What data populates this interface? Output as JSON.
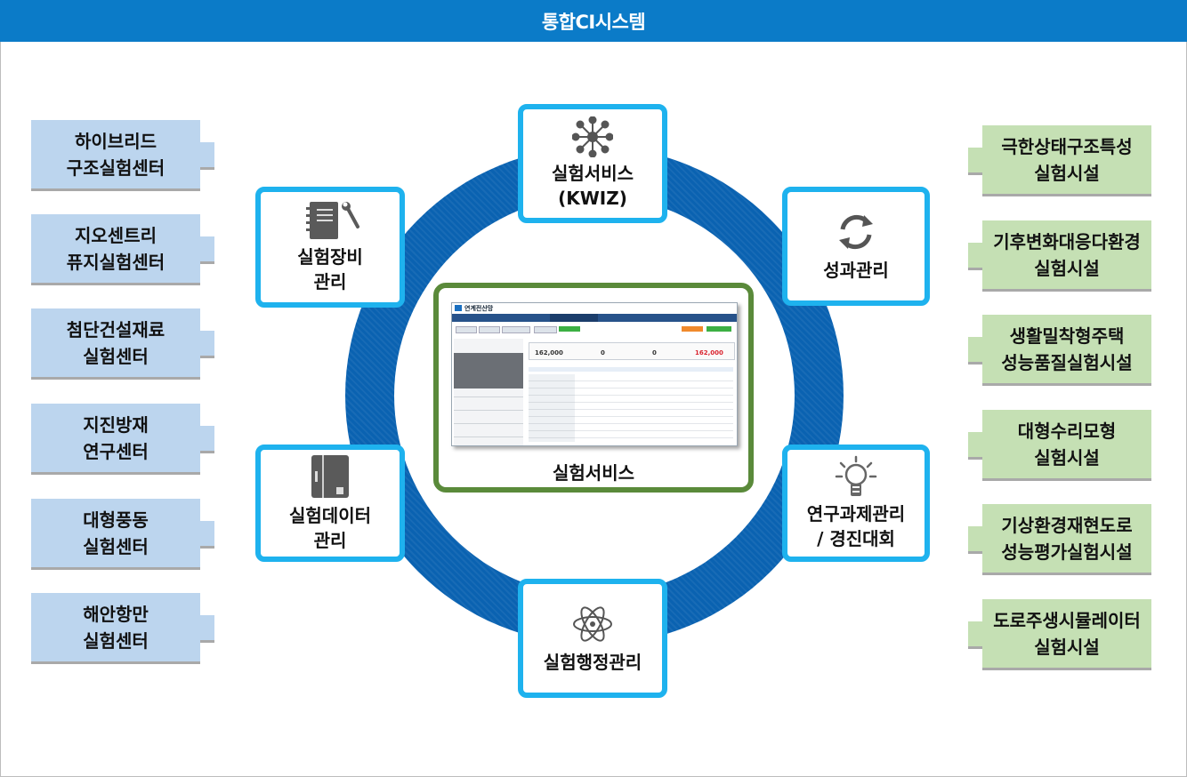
{
  "header": {
    "title": "통합CI시스템"
  },
  "colors": {
    "header": "#0b7bc8",
    "ring": "#0a62b1",
    "node_border": "#1eb2ee",
    "center_border": "#5a8a3a",
    "left_card": "#bcd5ee",
    "right_card": "#c5e0b4"
  },
  "left_centers": [
    {
      "line1": "하이브리드",
      "line2": "구조실험센터"
    },
    {
      "line1": "지오센트리",
      "line2": "퓨지실험센터"
    },
    {
      "line1": "첨단건설재료",
      "line2": "실험센터"
    },
    {
      "line1": "지진방재",
      "line2": "연구센터"
    },
    {
      "line1": "대형풍동",
      "line2": "실험센터"
    },
    {
      "line1": "해안항만",
      "line2": "실험센터"
    }
  ],
  "right_facilities": [
    {
      "line1": "극한상태구조특성",
      "line2": "실험시설"
    },
    {
      "line1": "기후변화대응다환경",
      "line2": "실험시설"
    },
    {
      "line1": "생활밀착형주택",
      "line2": "성능품질실험시설"
    },
    {
      "line1": "대형수리모형",
      "line2": "실험시설"
    },
    {
      "line1": "기상환경재현도로",
      "line2": "성능평가실험시설"
    },
    {
      "line1": "도로주생시뮬레이터",
      "line2": "실험시설"
    }
  ],
  "nodes": {
    "top": {
      "line1": "실험서비스",
      "line2": "(KWIZ)",
      "icon": "network-icon"
    },
    "top_left": {
      "line1": "실험장비",
      "line2": "관리",
      "icon": "notebook-wrench-icon"
    },
    "top_right": {
      "line1": "성과관리",
      "icon": "refresh-icon"
    },
    "bottom_left": {
      "line1": "실험데이터",
      "line2": "관리",
      "icon": "binder-icon"
    },
    "bottom_right": {
      "line1": "연구과제관리",
      "line2": "/ 경진대회",
      "icon": "lightbulb-icon"
    },
    "bottom": {
      "line1": "실험행정관리",
      "icon": "atom-icon"
    }
  },
  "center": {
    "label": "실험서비스",
    "screenshot": {
      "app_title": "연계전산망",
      "stats": [
        "162,000",
        "0",
        "0",
        "162,000"
      ]
    }
  }
}
